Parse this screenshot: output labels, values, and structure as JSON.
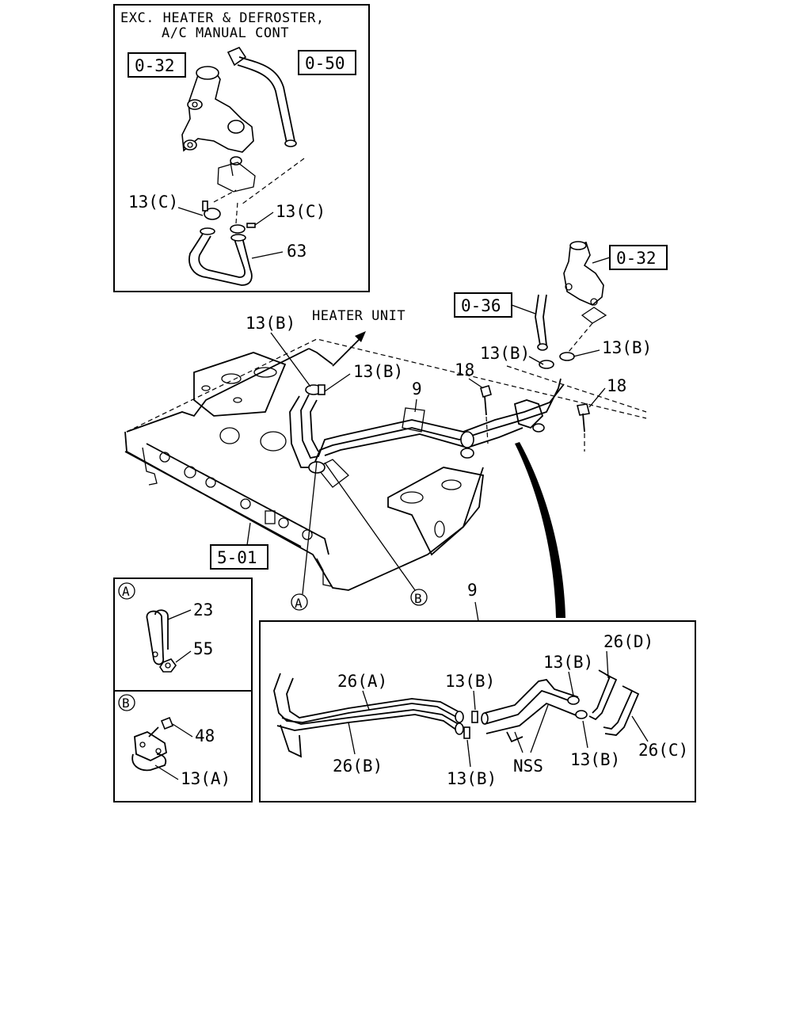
{
  "inset_top": {
    "title_line1": "EXC. HEATER & DEFROSTER,",
    "title_line2": "A/C MANUAL CONT",
    "ref_left": "0-32",
    "ref_right": "0-50",
    "clamp_left": "13(C)",
    "clamp_right": "13(C)",
    "hose": "63"
  },
  "main": {
    "heater_unit": "HEATER UNIT",
    "clamp_top_left": "13(B)",
    "clamp_top_mid": "13(B)",
    "pipe": "9",
    "ref_hose": "0-36",
    "ref_valve": "0-32",
    "clamp_right_a": "13(B)",
    "clamp_right_b": "13(B)",
    "bolt_left": "18",
    "bolt_right": "18",
    "ref_frame": "5-01",
    "marker_a": "A",
    "marker_b": "B",
    "pipe_detail": "9"
  },
  "detail_a": {
    "marker": "A",
    "clip": "23",
    "nut": "55"
  },
  "detail_b": {
    "marker": "B",
    "bolt": "48",
    "clamp": "13(A)"
  },
  "detail_pipe": {
    "pipe_a": "26(A)",
    "pipe_b": "26(B)",
    "pipe_c": "26(C)",
    "pipe_d": "26(D)",
    "clamp_top_left": "13(B)",
    "clamp_bottom_left": "13(B)",
    "clamp_top_right": "13(B)",
    "clamp_bottom_right": "13(B)",
    "nss": "NSS"
  }
}
